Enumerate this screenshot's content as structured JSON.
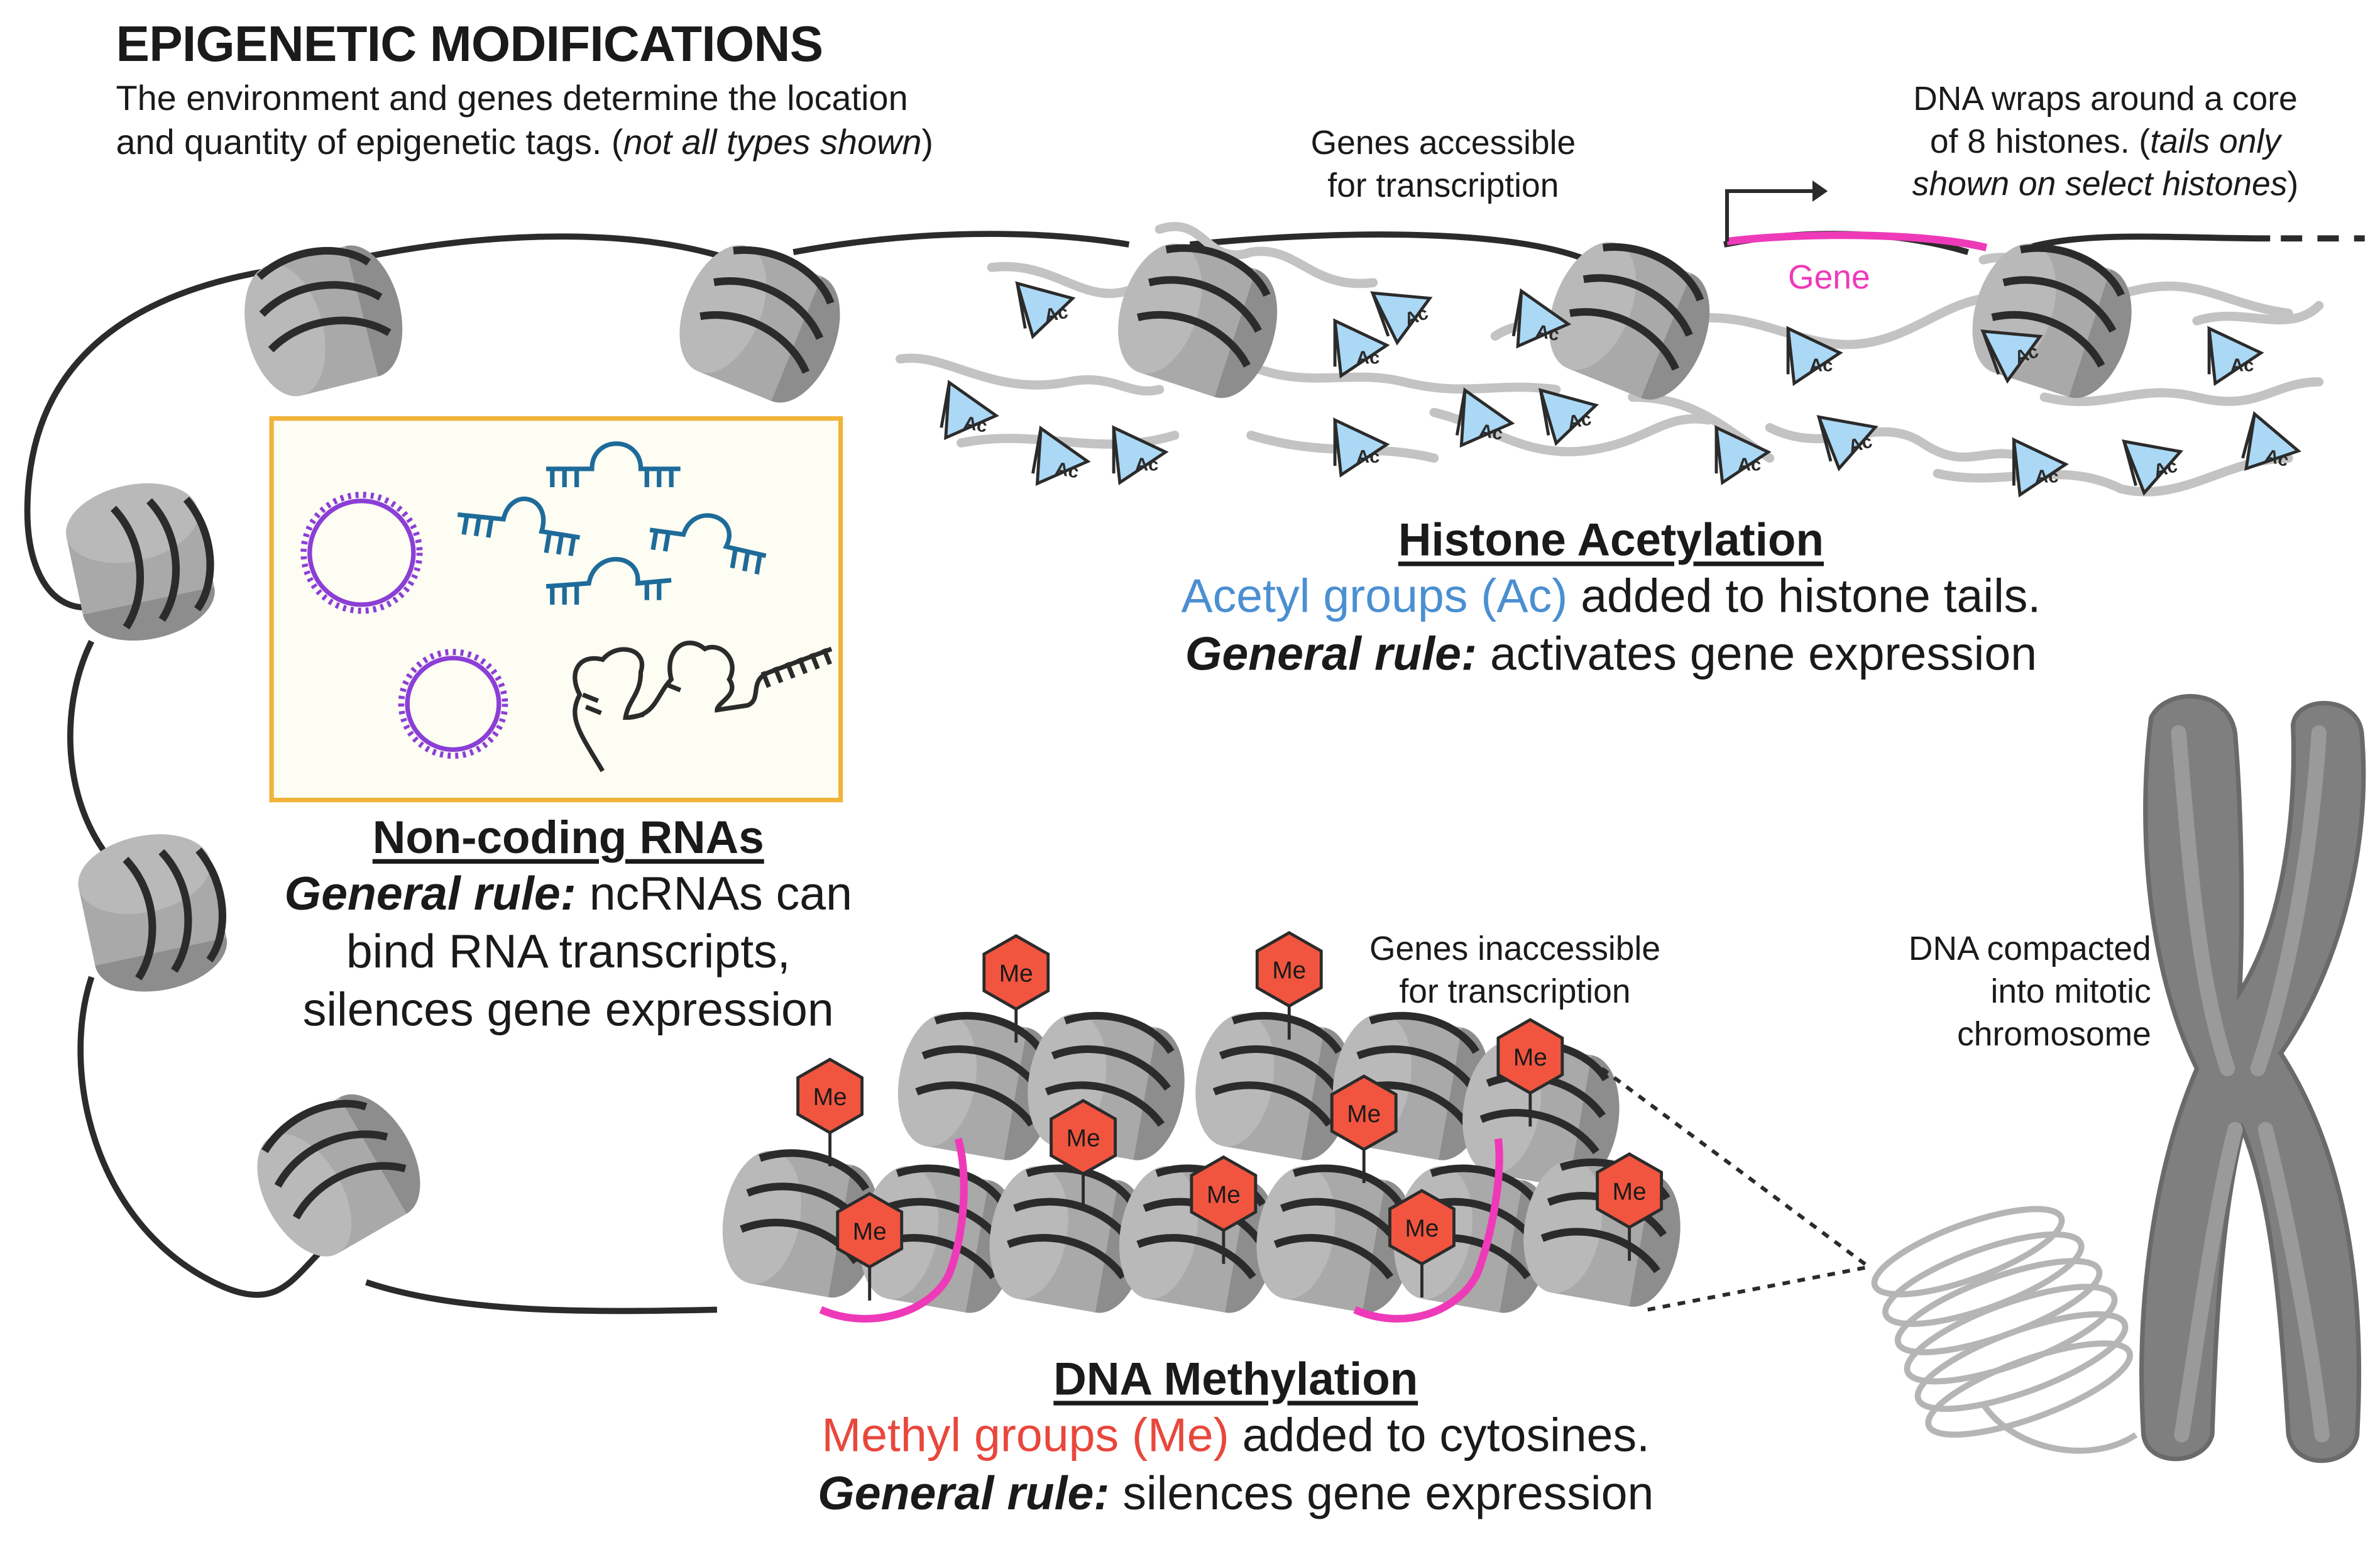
{
  "title": "EPIGENETIC MODIFICATIONS",
  "subtitle": {
    "line1": "The environment and genes determine the location",
    "line2_start": "and quantity of epigenetic tags. (",
    "line2_italic": "not all types shown",
    "line2_end": ")"
  },
  "top_notes": {
    "accessible_line1": "Genes accessible",
    "accessible_line2": "for transcription",
    "histone_line1": "DNA wraps around a core",
    "histone_line2_start": "of 8 histones. (",
    "histone_line2_italic": "tails only",
    "histone_line3_italic": "shown on select histones",
    "histone_line3_end": ")",
    "gene_label": "Gene"
  },
  "acetylation": {
    "heading": "Histone Acetylation",
    "line1_colored": "Acetyl groups (Ac)",
    "line1_rest": " added to histone tails.",
    "rule_label": "General rule:",
    "rule_text": " activates gene expression",
    "tag": "Ac"
  },
  "ncrna": {
    "heading": "Non-coding RNAs",
    "rule_label": "General rule:",
    "rule_text": " ncRNAs can",
    "line2": "bind RNA transcripts,",
    "line3": "silences gene expression"
  },
  "methylation": {
    "heading": "DNA Methylation",
    "line1_colored": "Methyl groups (Me)",
    "line1_rest": " added to cytosines.",
    "rule_label": "General rule:",
    "rule_text": " silences gene expression",
    "tag": "Me",
    "inaccessible_line1": "Genes inaccessible",
    "inaccessible_line2": "for transcription"
  },
  "chromosome": {
    "line1": "DNA compacted",
    "line2": "into mitotic",
    "line3": "chromosome"
  },
  "colors": {
    "acetyl_blue": "#4a8fd1",
    "methyl_red": "#e8473c",
    "gene_pink": "#ee3ab8",
    "ncrna_box_border": "#f0b33a",
    "ncrna_box_fill": "#fdfdf3",
    "histone_gray": "#a5a5a5",
    "tail_gray": "#c3c3c3",
    "ac_tag_fill": "#aad8f5",
    "me_tag_fill": "#f1553f",
    "purple_rna": "#8b3fd6",
    "teal_rna": "#1e6b9a"
  }
}
